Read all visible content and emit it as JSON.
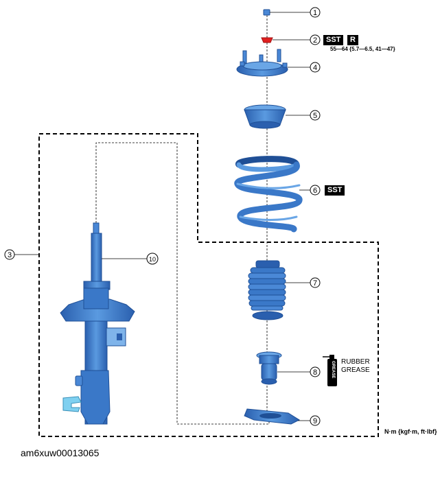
{
  "parts": [
    {
      "num": "1"
    },
    {
      "num": "2"
    },
    {
      "num": "3"
    },
    {
      "num": "4"
    },
    {
      "num": "5"
    },
    {
      "num": "6"
    },
    {
      "num": "7"
    },
    {
      "num": "8"
    },
    {
      "num": "9"
    },
    {
      "num": "10"
    }
  ],
  "badges": {
    "sst_nut": "SST",
    "replace": "R",
    "sst_spring": "SST"
  },
  "torque_spec": "55—64 {5.7—6.5, 41—47}",
  "grease": {
    "line1": "RUBBER",
    "line2": "GREASE",
    "can_text": "GREASE"
  },
  "unit_note": "N·m {kgf·m, ft·lbf}",
  "figure_id": "am6xuw00013065",
  "colors": {
    "part_blue": "#3a78c8",
    "part_dark": "#1f4f96",
    "nut_red": "#e02020"
  }
}
